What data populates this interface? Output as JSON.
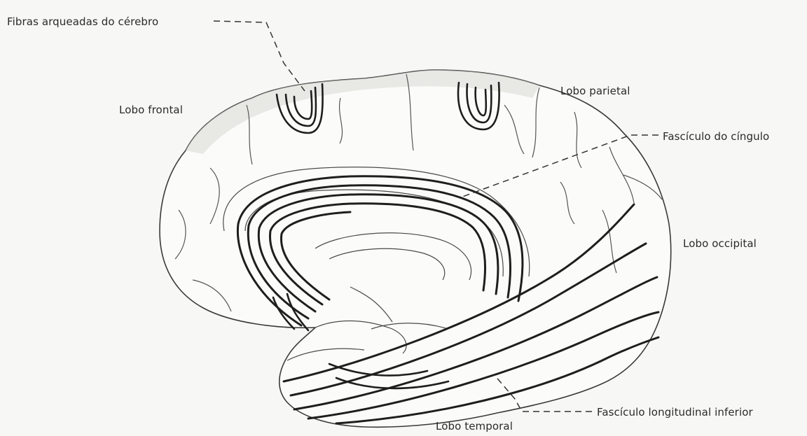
{
  "labels": {
    "fibras_arqueadas": "Fibras arqueadas do cérebro",
    "lobo_frontal": "Lobo frontal",
    "lobo_parietal": "Lobo parietal",
    "fasciculo_cingulo": "Fascículo do cíngulo",
    "lobo_occipital": "Lobo occipital",
    "fasciculo_longitudinal": "Fascículo longitudinal inferior",
    "lobo_temporal": "Lobo temporal"
  },
  "colors": {
    "background": "#f7f7f5",
    "fibers": "#1e1e1e",
    "outline": "#3a3a3a"
  }
}
